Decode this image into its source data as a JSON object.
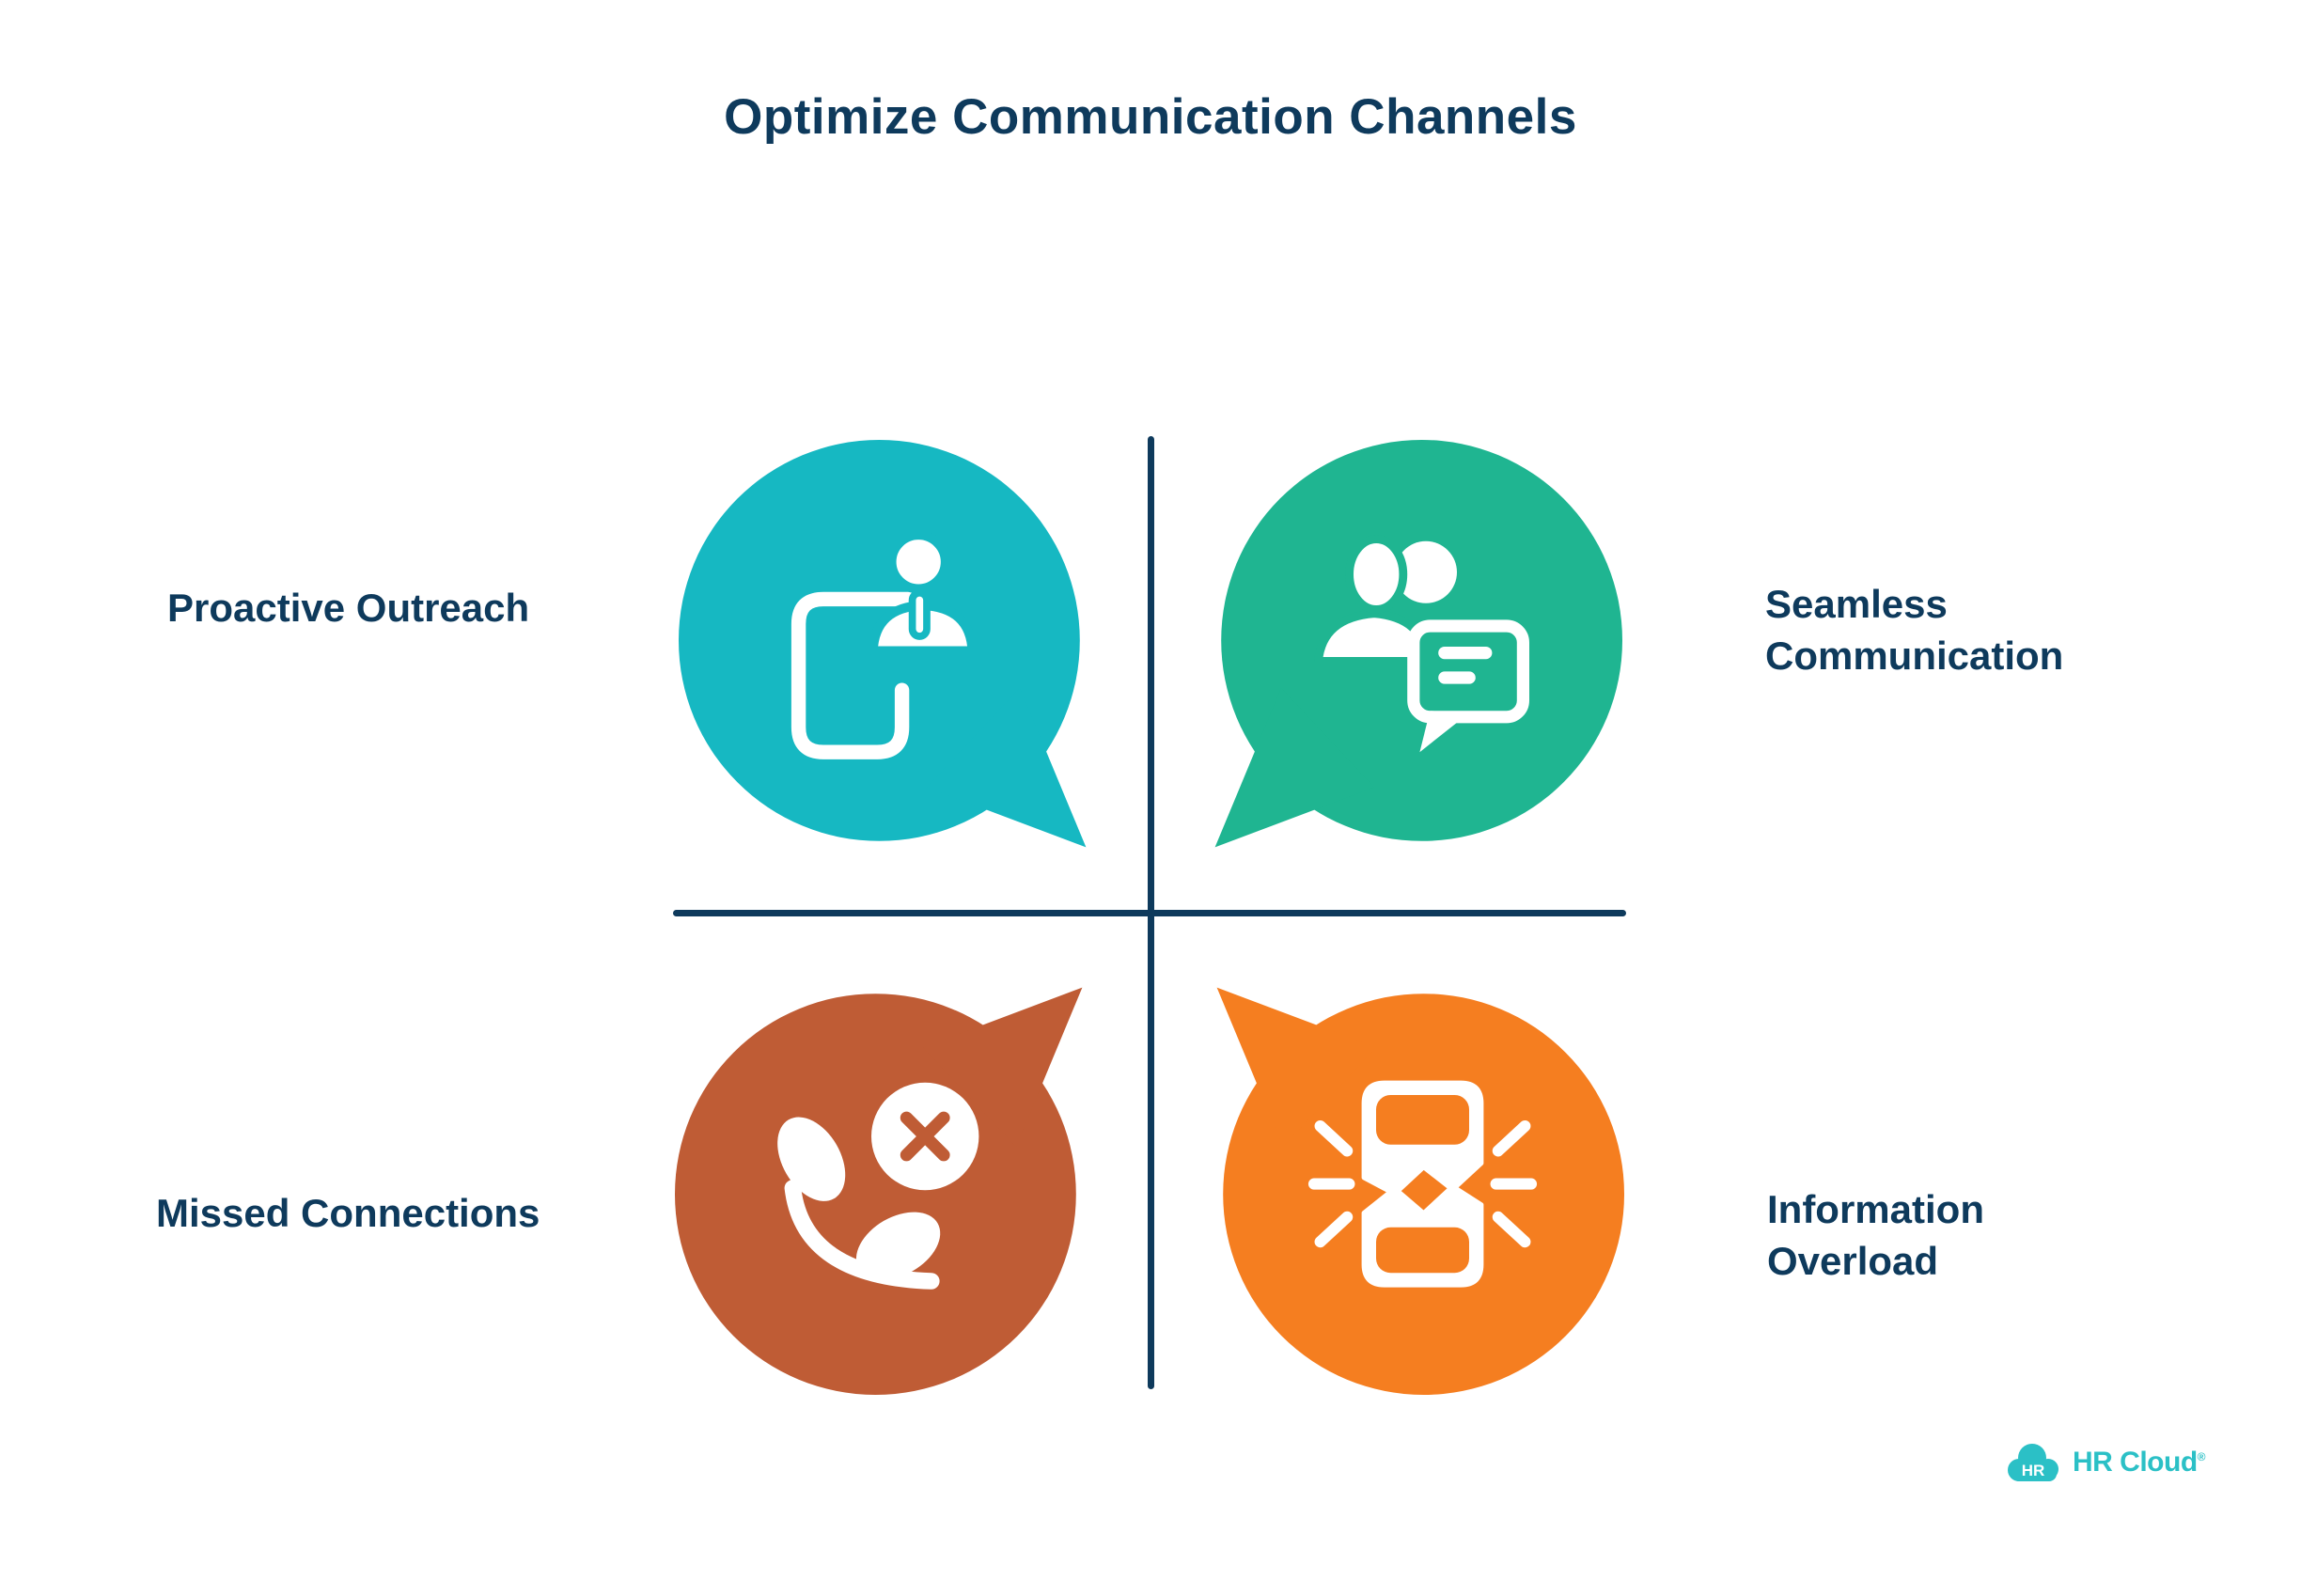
{
  "title": "Optimize Communication Channels",
  "colors": {
    "divider": "#0e3a5c",
    "label_text": "#0e3a5c",
    "background": "#ffffff"
  },
  "quadrants": [
    {
      "position": "top-left",
      "label": "Proactive Outreach",
      "bubble_color": "#16b8c2",
      "icon": "phone-user-icon",
      "tail_direction": "bottom-right"
    },
    {
      "position": "top-right",
      "label": "Seamless Communication",
      "bubble_color": "#1fb591",
      "icon": "people-chat-icon",
      "tail_direction": "bottom-left"
    },
    {
      "position": "bottom-left",
      "label": "Missed Connections",
      "bubble_color": "#bf5c35",
      "icon": "missed-call-icon",
      "tail_direction": "top-right"
    },
    {
      "position": "bottom-right",
      "label": "Information Overload",
      "bubble_color": "#f57e20",
      "icon": "broken-phone-icon",
      "tail_direction": "top-left"
    }
  ],
  "footer": {
    "brand": "HR Cloud",
    "registered_mark": "®",
    "logo_monogram": "HR",
    "logo_color": "#2bc0c6"
  }
}
